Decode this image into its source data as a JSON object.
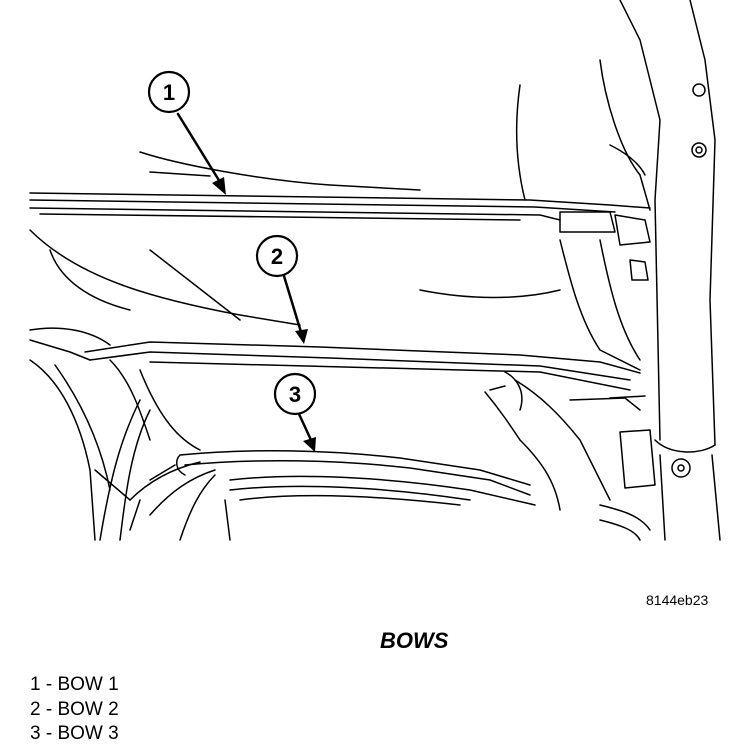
{
  "callouts": [
    {
      "number": "1"
    },
    {
      "number": "2"
    },
    {
      "number": "3"
    }
  ],
  "figure_code": "8144eb23",
  "title": "BOWS",
  "legend": [
    {
      "number": "1",
      "label": "BOW 1"
    },
    {
      "number": "2",
      "label": "BOW 2"
    },
    {
      "number": "3",
      "label": "BOW 3"
    }
  ]
}
